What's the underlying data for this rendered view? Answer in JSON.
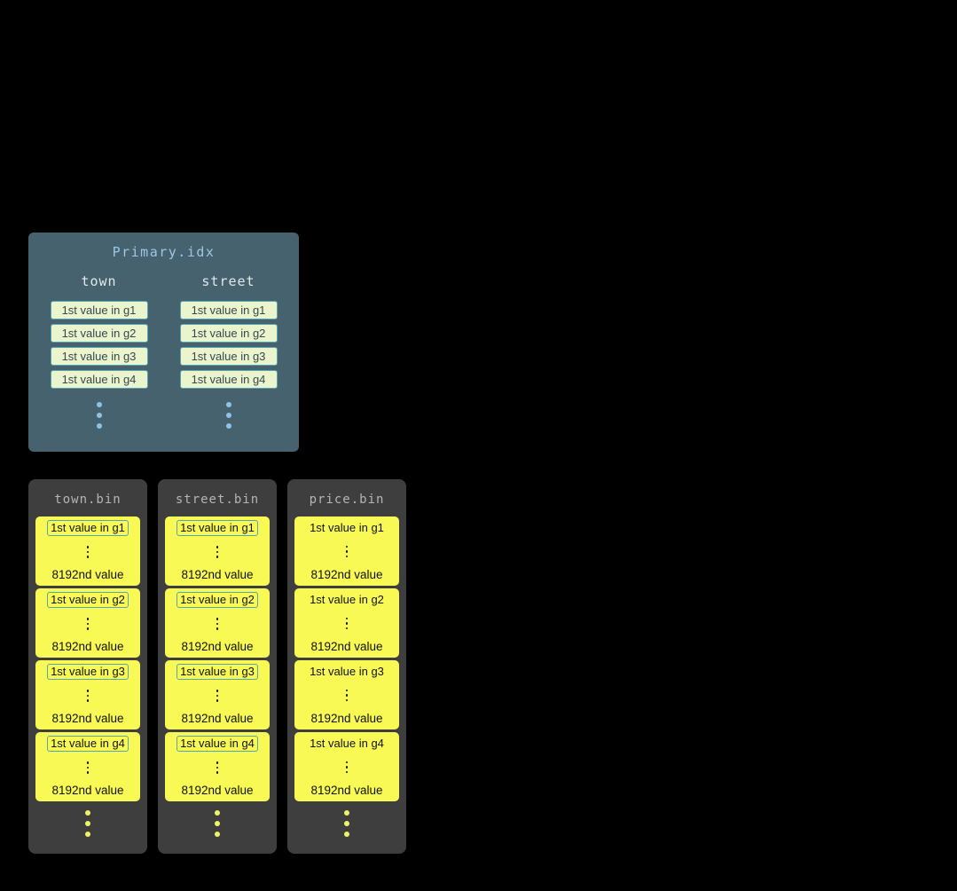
{
  "primary_index": {
    "title": "Primary.idx",
    "columns": [
      {
        "name": "town",
        "values": [
          "1st value in g1",
          "1st value in g2",
          "1st value in g3",
          "1st value in g4"
        ]
      },
      {
        "name": "street",
        "values": [
          "1st value in g1",
          "1st value in g2",
          "1st value in g3",
          "1st value in g4"
        ]
      }
    ]
  },
  "bin_files": [
    {
      "title": "town.bin",
      "granules": [
        {
          "first": "1st value in g1",
          "last": "8192nd value"
        },
        {
          "first": "1st value in g2",
          "last": "8192nd value"
        },
        {
          "first": "1st value in g3",
          "last": "8192nd value"
        },
        {
          "first": "1st value in g4",
          "last": "8192nd value"
        }
      ]
    },
    {
      "title": "street.bin",
      "granules": [
        {
          "first": "1st value in g1",
          "last": "8192nd value"
        },
        {
          "first": "1st value in g2",
          "last": "8192nd value"
        },
        {
          "first": "1st value in g3",
          "last": "8192nd value"
        },
        {
          "first": "1st value in g4",
          "last": "8192nd value"
        }
      ]
    },
    {
      "title": "price.bin",
      "granules": [
        {
          "first": "1st value in g1",
          "last": "8192nd value"
        },
        {
          "first": "1st value in g2",
          "last": "8192nd value"
        },
        {
          "first": "1st value in g3",
          "last": "8192nd value"
        },
        {
          "first": "1st value in g4",
          "last": "8192nd value"
        }
      ]
    }
  ],
  "colors": {
    "background": "#000000",
    "primary_panel_bg": "#45626e",
    "primary_title_text": "#9ec7e4",
    "column_header_text": "#e4e8ea",
    "index_cell_bg": "#eaf5cd",
    "index_cell_border": "#57a5b2",
    "bin_panel_bg": "#3e3e3e",
    "bin_title_text": "#b5b5b5",
    "granule_bg": "#f9f956",
    "highlight_border": "#57a5b2",
    "blue_dots": "#8fc3e6",
    "yellow_dots": "#f2f266"
  }
}
